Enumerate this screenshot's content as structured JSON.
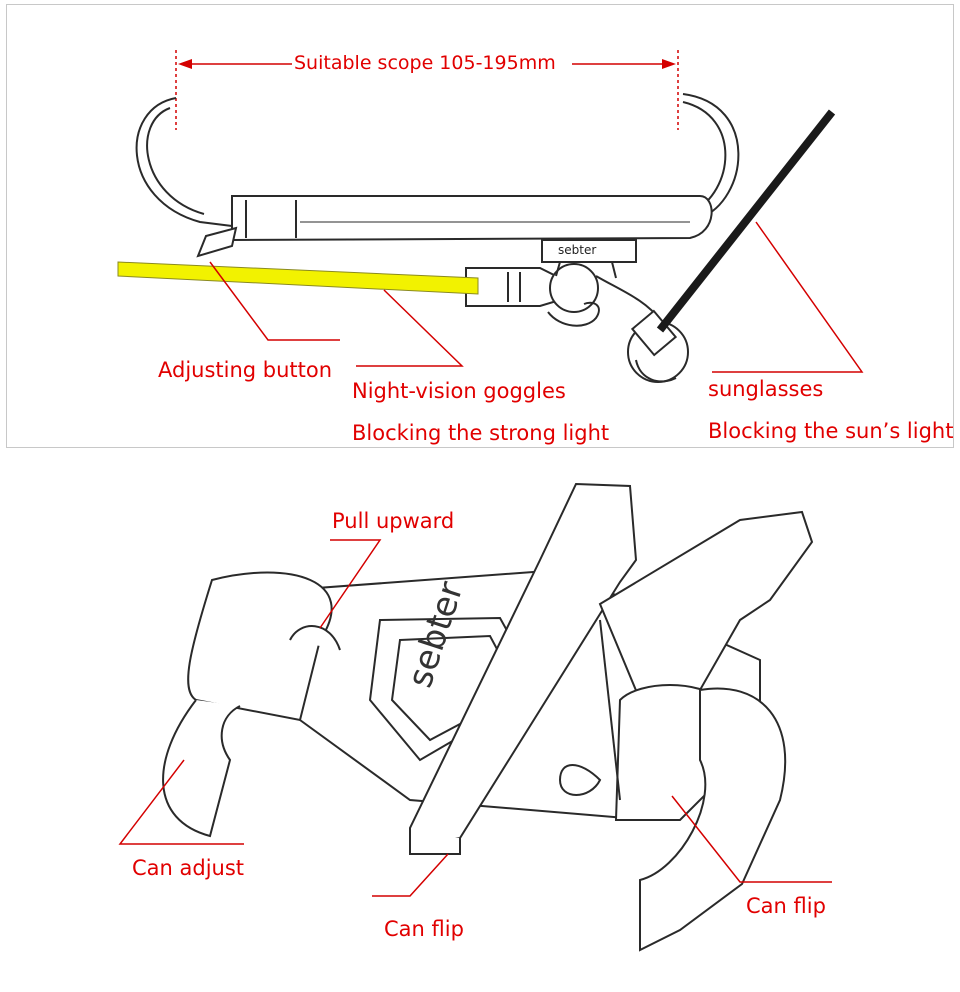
{
  "top_panel": {
    "scope_label": "Suitable scope 105-195mm",
    "brand_small": "sebter",
    "adjusting_button": "Adjusting button",
    "night_vision": "Night-vision goggles",
    "blocking_strong": "Blocking the strong light",
    "sunglasses": "sunglasses",
    "blocking_sun": "Blocking the sun’s light"
  },
  "bottom_panel": {
    "pull_upward": "Pull upward",
    "brand_large": "sebter",
    "can_adjust": "Can adjust",
    "can_flip_left": "Can flip",
    "can_flip_right": "Can flip"
  },
  "colors": {
    "label_red": "#e10000",
    "leader_red": "#d40000",
    "lens_yellow": "#f2f200",
    "line_dark": "#2a2a2a",
    "panel_border": "#c8c8c8"
  }
}
